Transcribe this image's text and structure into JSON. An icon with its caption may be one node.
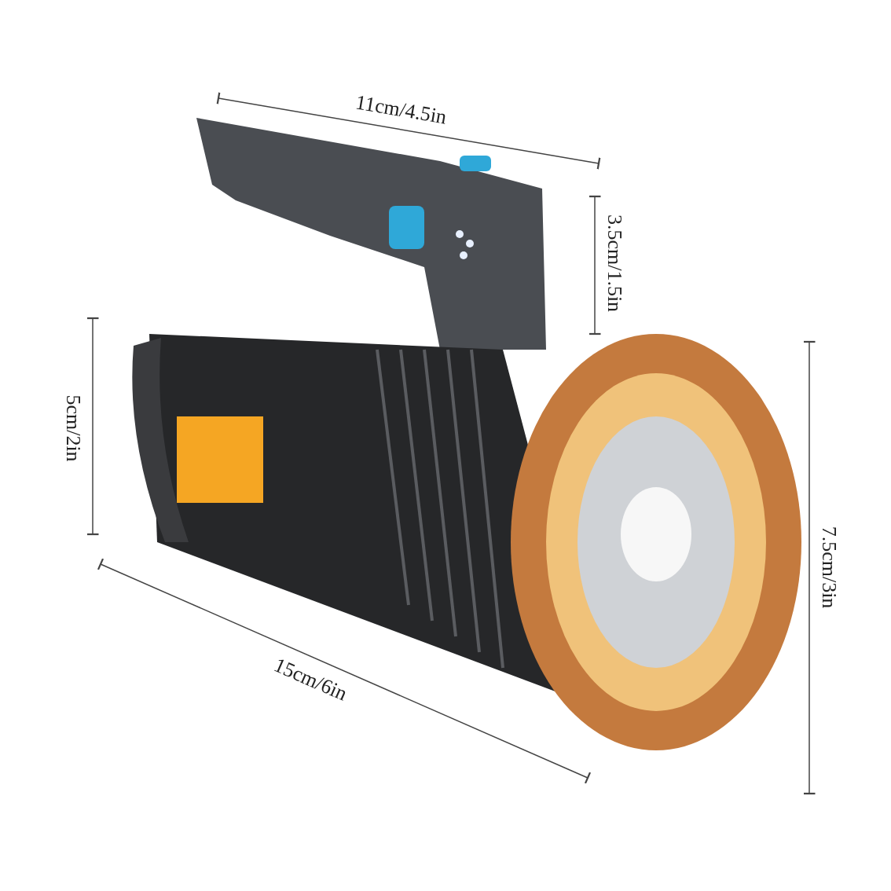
{
  "diagram": {
    "labels": [
      "11cm/4.5in",
      "3.5cm/1.5in",
      "5cm/2in",
      "7.5cm/3in",
      "15cm/6in"
    ]
  }
}
